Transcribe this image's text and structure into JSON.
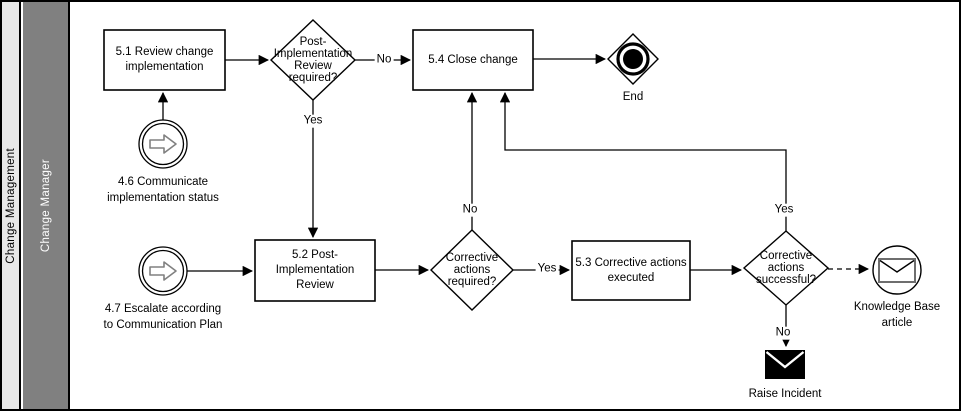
{
  "pool": {
    "name": "Change Management"
  },
  "lane": {
    "name": "Change Manager"
  },
  "nodes": {
    "start_46": {
      "label": "4.6 Communicate\nimplementation status",
      "icon": "arrow-right-icon"
    },
    "start_47": {
      "label": "4.7 Escalate according\nto Communication Plan",
      "icon": "arrow-right-icon"
    },
    "task_51": {
      "label": "5.1 Review change\nimplementation"
    },
    "task_52": {
      "label": "5.2 Post-\nImplementation\nReview"
    },
    "task_53": {
      "label": "5.3 Corrective actions\nexecuted"
    },
    "task_54": {
      "label": "5.4 Close change"
    },
    "gw_post_impl": {
      "label": "Post-\nImplementation\nReview\nrequired?"
    },
    "gw_required": {
      "label": "Corrective\nactions\nrequired?"
    },
    "gw_successful": {
      "label": "Corrective\nactions\nsuccessful?"
    },
    "end_event": {
      "label": "End"
    },
    "raise_incident": {
      "label": "Raise Incident",
      "icon": "envelope-icon"
    },
    "knowledge_base": {
      "label": "Knowledge Base\narticle",
      "icon": "envelope-icon"
    }
  },
  "flow_labels": {
    "post_impl_no": "No",
    "post_impl_yes": "Yes",
    "required_no": "No",
    "required_yes": "Yes",
    "successful_yes": "Yes",
    "successful_no": "No"
  },
  "colors": {
    "pool_label_bg": "#e8e8e8",
    "lane_label_bg": "#808080",
    "lane_label_text": "#ffffff",
    "line": "#000000",
    "canvas_bg": "#ffffff",
    "event_icon_stroke": "#808080",
    "kb_envelope_stroke": "#6e6e6e"
  }
}
